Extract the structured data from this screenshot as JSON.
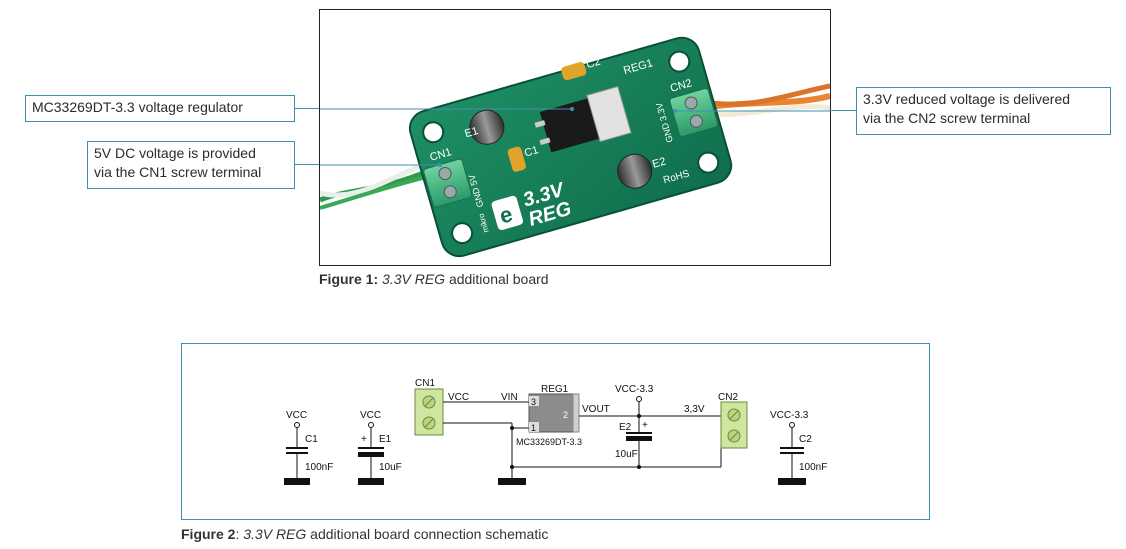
{
  "figure1": {
    "caption_label": "Figure 1:",
    "caption_title": "3.3V REG",
    "caption_rest": "additional board",
    "board": {
      "brand": "mikro",
      "title_line1": "3.3V",
      "title_line2": "REG",
      "rohs": "RoHS",
      "labels": {
        "cn1": "CN1",
        "cn2": "CN2",
        "c1": "C1",
        "c2": "C2",
        "e1": "E1",
        "e2": "E2",
        "reg1": "REG1",
        "gnd5v": "GND 5V",
        "gnd33v": "GND 3.3V"
      }
    },
    "callouts": {
      "regulator": "MC33269DT-3.3 voltage regulator",
      "input_line1": "5V DC voltage is provided",
      "input_line2": "via the CN1 screw terminal",
      "output_line1": "3.3V reduced voltage is delivered",
      "output_line2": "via the CN2 screw terminal"
    }
  },
  "figure2": {
    "caption_label": "Figure 2",
    "caption_colon": ":",
    "caption_title": "3.3V REG",
    "caption_rest": "additional board connection schematic",
    "schematic": {
      "vcc1": "VCC",
      "c1": "C1",
      "c1_val": "100nF",
      "vcc2": "VCC",
      "e1": "E1",
      "e1_val": "10uF",
      "cn1": "CN1",
      "vcc_net": "VCC",
      "vin": "VIN",
      "reg1": "REG1",
      "pin3": "3",
      "pin2": "2",
      "pin1": "1",
      "reg_part": "MC33269DT-3.3",
      "vout": "VOUT",
      "vcc33_top": "VCC-3.3",
      "e2": "E2",
      "e2_val": "10uF",
      "net33": "3,3V",
      "cn2": "CN2",
      "vcc33_right": "VCC-3.3",
      "c2": "C2",
      "c2_val": "100nF",
      "plus": "+"
    }
  }
}
